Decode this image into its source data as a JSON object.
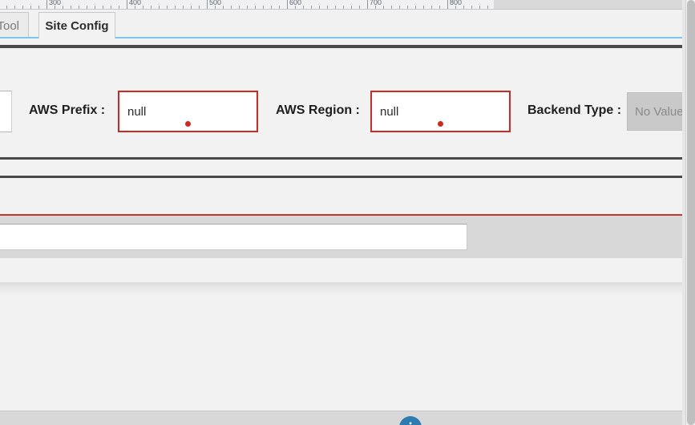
{
  "ruler": {
    "labels": [
      300,
      400,
      500,
      600,
      700,
      800
    ],
    "unit_step": 10,
    "major_step": 100
  },
  "tabs": [
    {
      "label": "y Tool",
      "active": false,
      "truncated": true
    },
    {
      "label": "Site Config",
      "active": true,
      "truncated": false
    }
  ],
  "form": {
    "fields": [
      {
        "name": "left-partial",
        "label": "",
        "value": "",
        "state": "normal"
      },
      {
        "name": "aws-prefix",
        "label": "AWS Prefix :",
        "value": "null",
        "state": "error"
      },
      {
        "name": "aws-region",
        "label": "AWS Region :",
        "value": "null",
        "state": "error"
      },
      {
        "name": "backend-type",
        "label": "Backend Type :",
        "value": "No Value",
        "state": "disabled"
      }
    ]
  },
  "search": {
    "value": "",
    "placeholder": ""
  },
  "footer": {
    "info_icon": "info-icon",
    "info_glyph": "i"
  },
  "colors": {
    "error_border": "#cf2a22",
    "error_dot": "#cf2a22",
    "red_divider": "#c0392b",
    "tab_underline": "#7ec4ef",
    "dark_separator": "#4a4a4a",
    "info_badge": "#2d7bb0",
    "disabled_bg": "#c9c9c9",
    "disabled_text": "#8a8a8a",
    "page_bg": "#f2f2f2",
    "gray_band": "#d8d8d8"
  }
}
